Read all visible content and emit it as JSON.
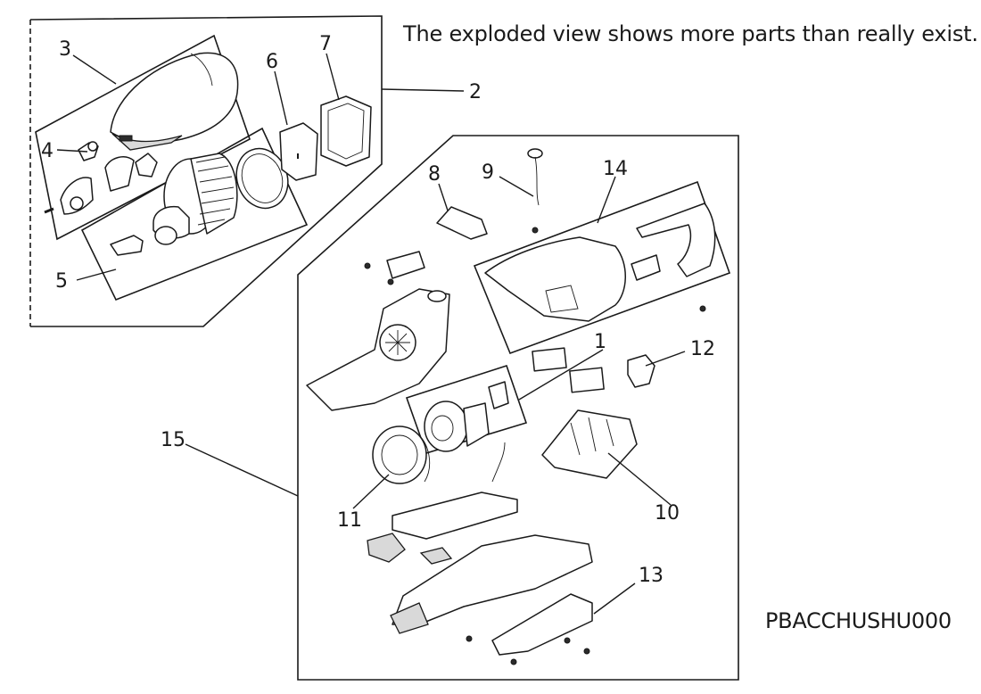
{
  "note": "The exploded view shows more parts than really exist.",
  "drawing_code": "PBACCHUSHU000",
  "callouts": {
    "c1": "1",
    "c2": "2",
    "c3": "3",
    "c4": "4",
    "c5": "5",
    "c6": "6",
    "c7": "7",
    "c8": "8",
    "c9": "9",
    "c10": "10",
    "c11": "11",
    "c12": "12",
    "c13": "13",
    "c14": "14",
    "c15": "15"
  }
}
